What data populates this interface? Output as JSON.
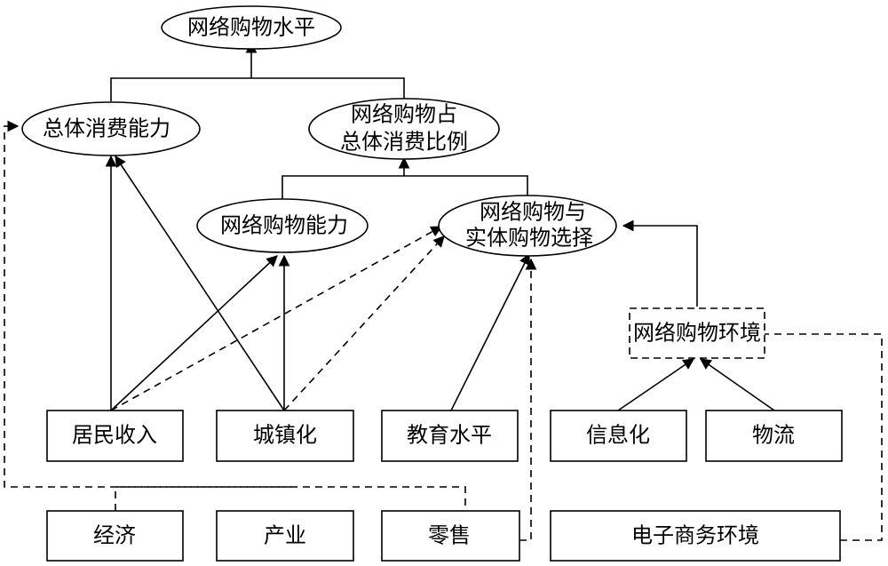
{
  "nodes": {
    "top": "网络购物水平",
    "total_capacity": "总体消费能力",
    "share_line1": "网络购物占",
    "share_line2": "总体消费比例",
    "online_capacity": "网络购物能力",
    "choice_line1": "网络购物与",
    "choice_line2": "实体购物选择",
    "environment": "网络购物环境",
    "income": "居民收入",
    "urbanization": "城镇化",
    "education": "教育水平",
    "informatization": "信息化",
    "logistics": "物流",
    "economy": "经济",
    "industry": "产业",
    "retail": "零售",
    "ecommerce_env": "电子商务环境"
  }
}
